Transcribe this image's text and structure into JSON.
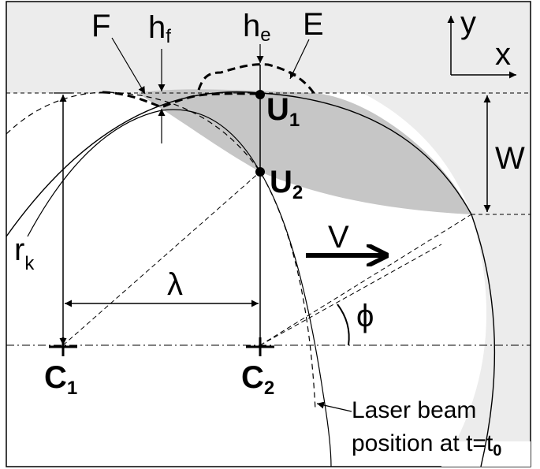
{
  "labels": {
    "F": "F",
    "hf_main": "h",
    "hf_sub": "f",
    "he_main": "h",
    "he_sub": "e",
    "E": "E",
    "y": "y",
    "x": "x",
    "U1_main": "U",
    "U1_sub": "1",
    "U2_main": "U",
    "U2_sub": "2",
    "W": "W",
    "V": "V",
    "rk_main": "r",
    "rk_sub": "k",
    "lambda": "λ",
    "phi": "ϕ",
    "C1_main": "C",
    "C1_sub": "1",
    "C2_main": "C",
    "C2_sub": "2",
    "caption_line1": "Laser beam",
    "caption_line2_main": "position at t=t",
    "caption_line2_sub": "0"
  },
  "colors": {
    "surface_fill": "#ececec",
    "melt_fill": "#c6c6c6",
    "line": "#000000"
  }
}
